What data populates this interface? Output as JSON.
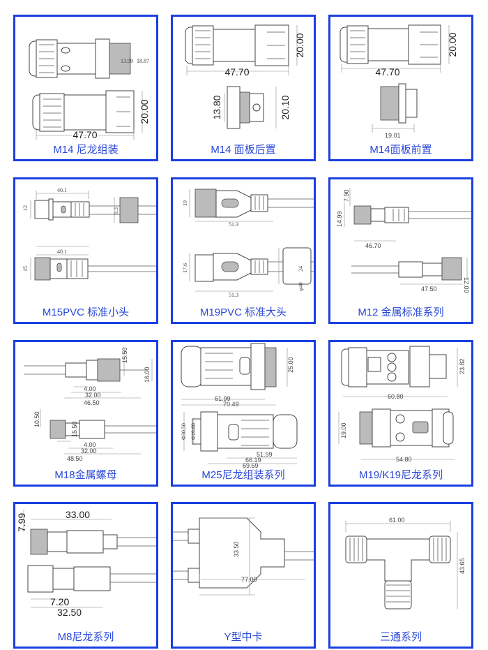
{
  "accent_color": "#1a3fe0",
  "cards": [
    {
      "label": "M14 尼龙组装",
      "dims": [
        "13.99",
        "18.87",
        "20.00",
        "47.70"
      ]
    },
    {
      "label": "M14 面板后置",
      "dims": [
        "20.00",
        "47.70",
        "13.80",
        "20.10"
      ]
    },
    {
      "label": "M14面板前置",
      "dims": [
        "20.00",
        "47.70",
        "19.01"
      ]
    },
    {
      "label": "M15PVC 标准小头",
      "dims": [
        "40.1",
        "12",
        "9.3",
        "40.1",
        "15"
      ]
    },
    {
      "label": "M19PVC 标准大头",
      "dims": [
        "19",
        "51.3",
        "17.6",
        "24",
        "51.3",
        "φ40"
      ]
    },
    {
      "label": "M12 金属标准系列",
      "dims": [
        "7.90",
        "14.99",
        "46.70",
        "47.50",
        "12.00"
      ]
    },
    {
      "label": "M18金属螺母",
      "dims": [
        "15.50",
        "16.00",
        "4.00",
        "32.00",
        "46.50",
        "10.50",
        "15.50",
        "4.00",
        "32.00",
        "48.50"
      ]
    },
    {
      "label": "M25尼龙组装系列",
      "dims": [
        "25.00",
        "61.99",
        "70.49",
        "Φ30.50",
        "Φ19.60",
        "51.99",
        "66.19",
        "69.69"
      ]
    },
    {
      "label": "M19/K19尼龙系列",
      "dims": [
        "23.82",
        "60.80",
        "19.00",
        "54.80"
      ]
    },
    {
      "label": "M8尼龙系列",
      "dims": [
        "7.99",
        "33.00",
        "7.20",
        "32.50"
      ]
    },
    {
      "label": "Y型中卡",
      "dims": [
        "33.50",
        "77.00"
      ]
    },
    {
      "label": "三通系列",
      "dims": [
        "61.00",
        "43.65"
      ]
    }
  ]
}
